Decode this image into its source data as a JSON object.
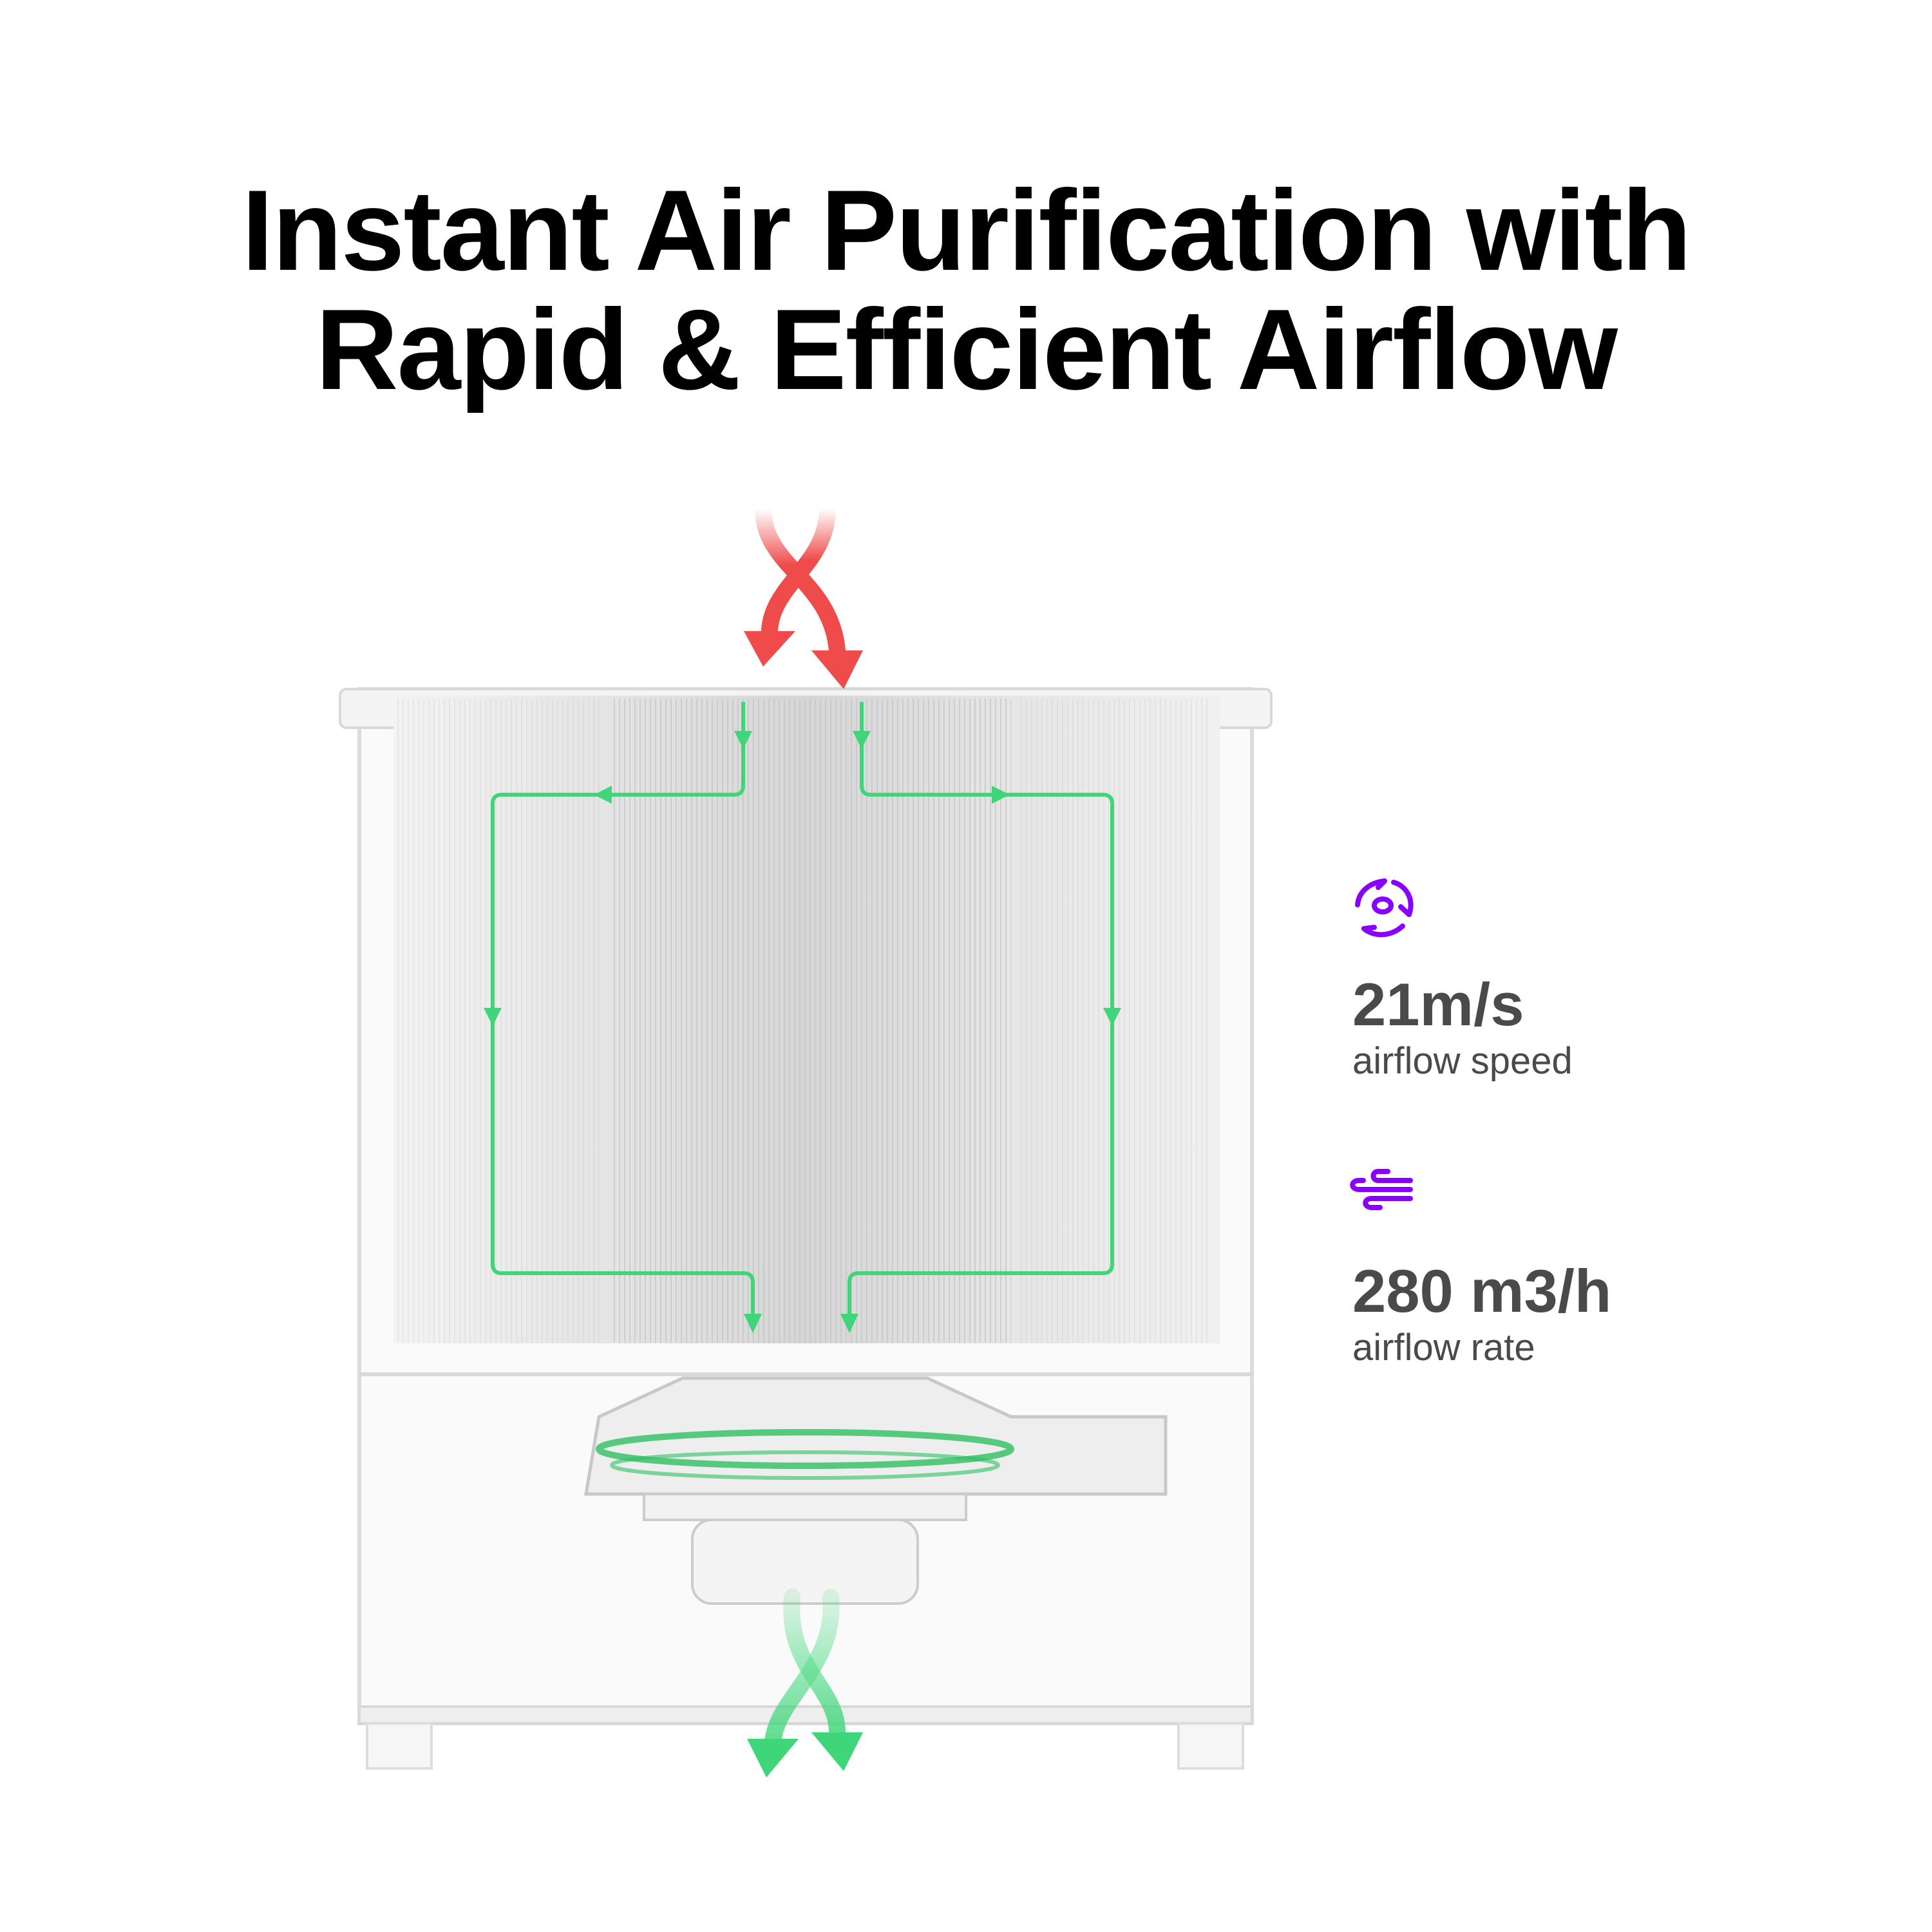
{
  "headline": {
    "line1": "Instant Air Purification with",
    "line2": "Rapid & Efficient Airflow"
  },
  "stats": [
    {
      "icon": "airflow-cycle-icon",
      "value": "21m/s",
      "label": "airflow speed"
    },
    {
      "icon": "wind-icon",
      "value": "280 m3/h",
      "label": "airflow rate"
    }
  ],
  "colors": {
    "accent": "#8A00FF",
    "intake_arrow": "#EF4B4B",
    "flow_line": "#3FD67A",
    "text": "#4A4A4A"
  }
}
